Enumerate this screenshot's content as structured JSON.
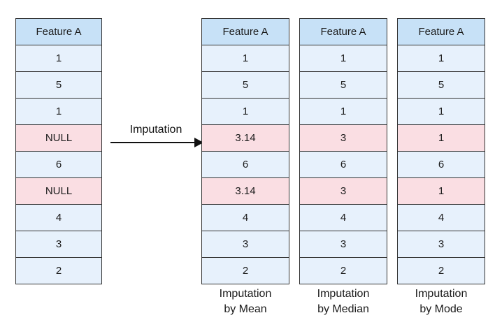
{
  "colors": {
    "header_bg": "#c7e1f7",
    "cell_bg": "#e7f1fc",
    "imputed_bg": "#fadee3",
    "border": "#333333",
    "text": "#1c1c1c"
  },
  "arrow": {
    "label": "Imputation"
  },
  "tables": [
    {
      "name": "original",
      "header": "Feature A",
      "caption": [],
      "cells": [
        {
          "value": "1",
          "imputed": false
        },
        {
          "value": "5",
          "imputed": false
        },
        {
          "value": "1",
          "imputed": false
        },
        {
          "value": "NULL",
          "imputed": true
        },
        {
          "value": "6",
          "imputed": false
        },
        {
          "value": "NULL",
          "imputed": true
        },
        {
          "value": "4",
          "imputed": false
        },
        {
          "value": "3",
          "imputed": false
        },
        {
          "value": "2",
          "imputed": false
        }
      ]
    },
    {
      "name": "imputation-by-mean",
      "header": "Feature A",
      "caption": [
        "Imputation",
        "by Mean"
      ],
      "cells": [
        {
          "value": "1",
          "imputed": false
        },
        {
          "value": "5",
          "imputed": false
        },
        {
          "value": "1",
          "imputed": false
        },
        {
          "value": "3.14",
          "imputed": true
        },
        {
          "value": "6",
          "imputed": false
        },
        {
          "value": "3.14",
          "imputed": true
        },
        {
          "value": "4",
          "imputed": false
        },
        {
          "value": "3",
          "imputed": false
        },
        {
          "value": "2",
          "imputed": false
        }
      ]
    },
    {
      "name": "imputation-by-median",
      "header": "Feature A",
      "caption": [
        "Imputation",
        "by Median"
      ],
      "cells": [
        {
          "value": "1",
          "imputed": false
        },
        {
          "value": "5",
          "imputed": false
        },
        {
          "value": "1",
          "imputed": false
        },
        {
          "value": "3",
          "imputed": true
        },
        {
          "value": "6",
          "imputed": false
        },
        {
          "value": "3",
          "imputed": true
        },
        {
          "value": "4",
          "imputed": false
        },
        {
          "value": "3",
          "imputed": false
        },
        {
          "value": "2",
          "imputed": false
        }
      ]
    },
    {
      "name": "imputation-by-mode",
      "header": "Feature A",
      "caption": [
        "Imputation",
        "by Mode"
      ],
      "cells": [
        {
          "value": "1",
          "imputed": false
        },
        {
          "value": "5",
          "imputed": false
        },
        {
          "value": "1",
          "imputed": false
        },
        {
          "value": "1",
          "imputed": true
        },
        {
          "value": "6",
          "imputed": false
        },
        {
          "value": "1",
          "imputed": true
        },
        {
          "value": "4",
          "imputed": false
        },
        {
          "value": "3",
          "imputed": false
        },
        {
          "value": "2",
          "imputed": false
        }
      ]
    }
  ]
}
